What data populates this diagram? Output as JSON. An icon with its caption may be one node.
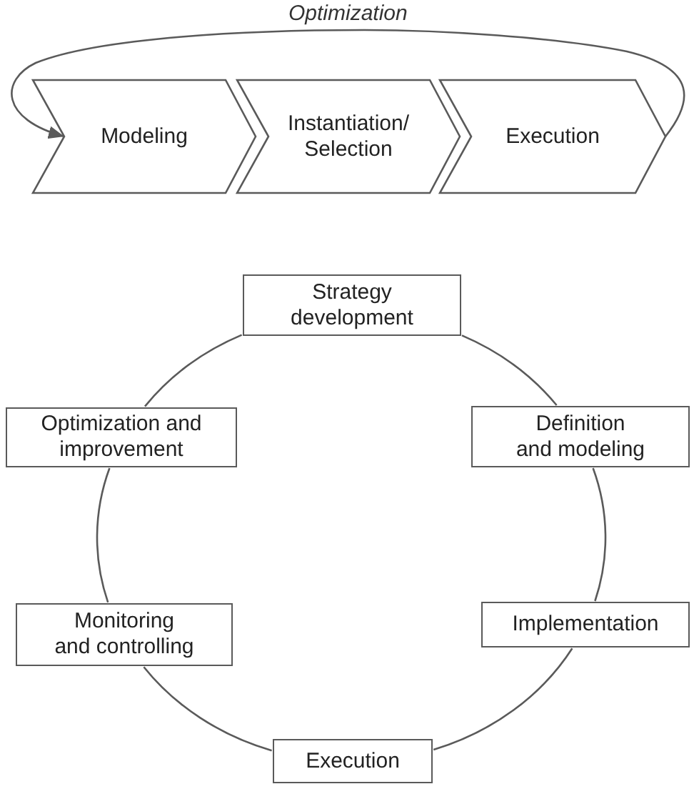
{
  "diagram": {
    "nodes": [
      {
        "text": [
          "Modeling"
        ]
      },
      {
        "text": [
          "Instantiation/ Selection"
        ]
      },
      {
        "text": [
          "Execution"
        ]
      },
      {
        "text": [
          "Strategy development"
        ]
      },
      {
        "text": [
          "Definition and modeling"
        ]
      },
      {
        "text": [
          "Implementation"
        ]
      },
      {
        "text": [
          "Execution"
        ]
      },
      {
        "text": [
          "Monitoring and controlling"
        ]
      },
      {
        "text": [
          "Optimization and improvement"
        ]
      }
    ],
    "edges": [
      {
        "from": 2,
        "to": 0,
        "arrow": "to",
        "label": "Optimization"
      },
      {
        "from": 3,
        "to": 4,
        "arrow": "none"
      },
      {
        "from": 4,
        "to": 5,
        "arrow": "none"
      },
      {
        "from": 5,
        "to": 6,
        "arrow": "none"
      },
      {
        "from": 6,
        "to": 7,
        "arrow": "none"
      },
      {
        "from": 7,
        "to": 8,
        "arrow": "none"
      },
      {
        "from": 8,
        "to": 3,
        "arrow": "none"
      }
    ]
  }
}
